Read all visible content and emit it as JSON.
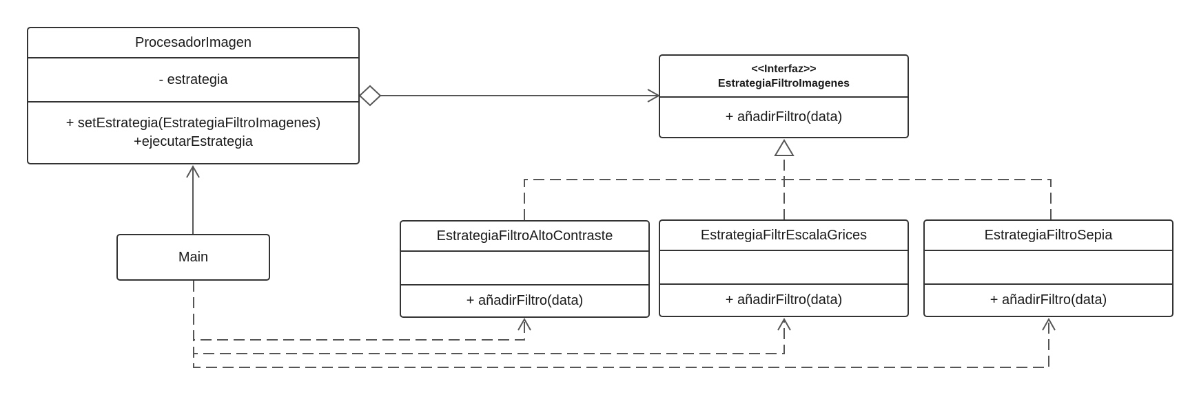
{
  "diagram": {
    "procesador": {
      "name": "ProcesadorImagen",
      "attributes": [
        "- estrategia"
      ],
      "methods": [
        "+ setEstrategia(EstrategiaFiltroImagenes)",
        "+ejecutarEstrategia"
      ]
    },
    "interfaz": {
      "stereotype": "<<Interfaz>>",
      "name": "EstrategiaFiltroImagenes",
      "methods": [
        "+ añadirFiltro(data)"
      ]
    },
    "main": {
      "name": "Main"
    },
    "alto_contraste": {
      "name": "EstrategiaFiltroAltoContraste",
      "methods": [
        "+ añadirFiltro(data)"
      ]
    },
    "escala_grises": {
      "name": "EstrategiaFiltrEscalaGrices",
      "methods": [
        "+ añadirFiltro(data)"
      ]
    },
    "sepia": {
      "name": "EstrategiaFiltroSepia",
      "methods": [
        "+ añadirFiltro(data)"
      ]
    },
    "line_color": "#555555"
  }
}
